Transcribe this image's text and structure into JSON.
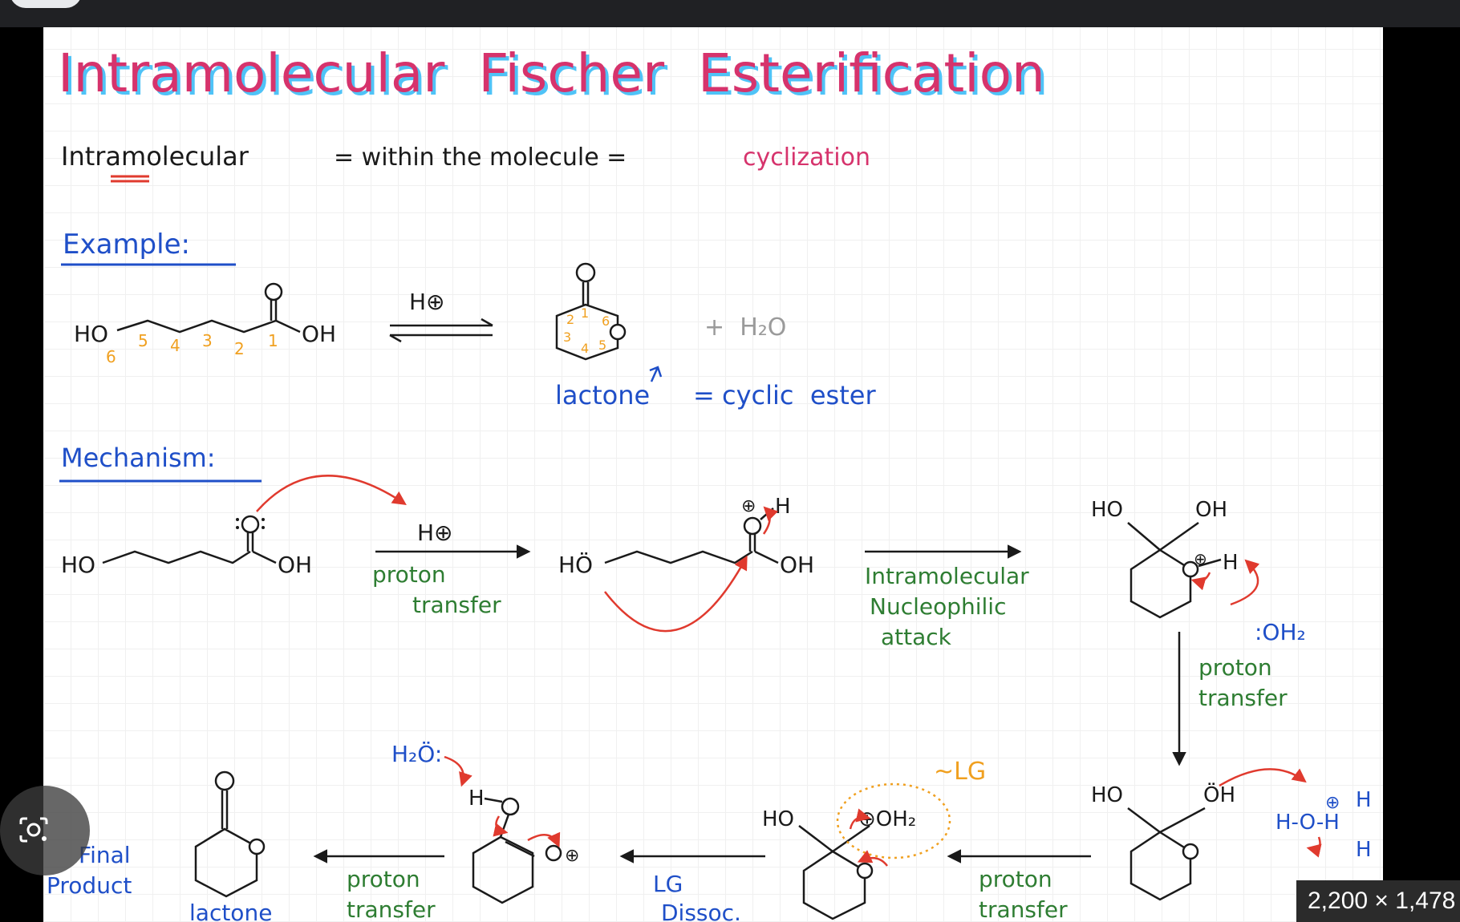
{
  "title": "Intramolecular  Fischer  Esterification",
  "definition": {
    "term": "Intramolecular",
    "meaning": "= within the molecule =",
    "result": "cyclization"
  },
  "example": {
    "heading": "Example:",
    "reactant_left": "HO",
    "reactant_right": "OH",
    "carbon_numbers": [
      "6",
      "5",
      "4",
      "3",
      "2",
      "1"
    ],
    "ring_numbers": [
      "2",
      "1",
      "6",
      "3",
      "4",
      "5"
    ],
    "catalyst": "H⊕",
    "byproduct": "+  H₂O",
    "lactone_label": "lactone",
    "equals": "=",
    "lactone_definition": "cyclic  ester"
  },
  "mechanism": {
    "heading": "Mechanism:",
    "step1": {
      "left_group": "HO",
      "right_group": "OH",
      "carbonyl_o": "O",
      "reagent": "H⊕",
      "label_line1": "proton",
      "label_line2": "transfer"
    },
    "step2": {
      "left_group": "HÖ",
      "right_group": "OH",
      "charge": "⊕",
      "protonated_h": "H",
      "label_line1": "Intramolecular",
      "label_line2": "Nucleophilic",
      "label_line3": "attack"
    },
    "step3": {
      "left_group": "HO",
      "right_group": "OH",
      "charge": "⊕",
      "h": "H",
      "water": ":OH₂",
      "label_line1": "proton",
      "label_line2": "transfer"
    },
    "step4": {
      "left_group": "HO",
      "right_group": "ÖH",
      "hydronium": "H-O-H",
      "h_top": "H",
      "h_bottom": "H",
      "charge": "⊕",
      "label_line1": "proton",
      "label_line2": "transfer"
    },
    "step5": {
      "left_group": "HO",
      "leaving_group": "⊕OH₂",
      "lg_tag": "~LG",
      "label_line1": "LG",
      "label_line2": "Dissoc."
    },
    "step6": {
      "water": "H₂Ö:",
      "h": "H",
      "charge": "⊕",
      "label_line1": "proton",
      "label_line2": "transfer"
    },
    "final": {
      "label_line1": "Final",
      "label_line2": "Product",
      "lactone_label": "lactone"
    }
  },
  "image_dimensions": "2,200 × 1,478",
  "colors": {
    "title_pink": "#d6336c",
    "title_shadow": "#4fc3f7",
    "ink": "#1a1a1a",
    "blue": "#1f4fc8",
    "green": "#2e7d32",
    "red": "#e03a2e",
    "orange": "#f0a020",
    "pink": "#e8407a"
  }
}
